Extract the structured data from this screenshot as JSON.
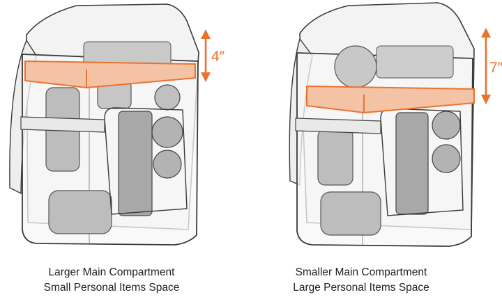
{
  "colors": {
    "accent": "#e8732e",
    "divider_fill": "#f4c3a6",
    "outline": "#3a3a3a",
    "gear": "#9c9c9c"
  },
  "figures": [
    {
      "dimension_label": "4″",
      "caption_line1": "Larger Main Compartment",
      "caption_line2": "Small Personal Items Space"
    },
    {
      "dimension_label": "7″",
      "caption_line1": "Smaller Main Compartment",
      "caption_line2": "Large Personal Items Space"
    }
  ]
}
